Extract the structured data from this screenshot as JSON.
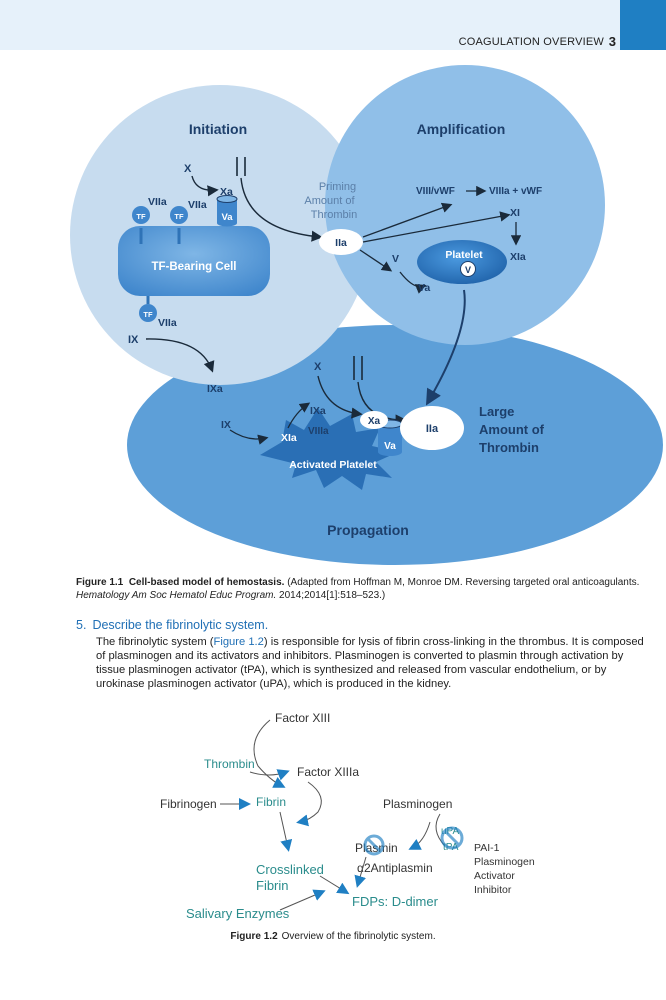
{
  "header": {
    "title": "COAGULATION OVERVIEW",
    "page": "3"
  },
  "figure1": {
    "phases": {
      "initiation": "Initiation",
      "amplification": "Amplification",
      "propagation": "Propagation"
    },
    "tf_cell": "TF-Bearing Cell",
    "tf": "TF",
    "viia": "VIIa",
    "ix": "IX",
    "ixa": "IXa",
    "x": "X",
    "xa": "Xa",
    "va": "Va",
    "priming": [
      "Priming",
      "Amount of",
      "Thrombin"
    ],
    "iia": "IIa",
    "v": "V",
    "viii_vwf": "VIII/vWF",
    "viiia_vwf": "VIIIa + vWF",
    "xi": "XI",
    "xia": "XIa",
    "platelet": "Platelet",
    "v_circle": "V",
    "viiia": "VIIIa",
    "activated_platelet": "Activated Platelet",
    "large": [
      "Large",
      "Amount of",
      "Thrombin"
    ]
  },
  "caption1": {
    "label": "Figure 1.1",
    "title": "Cell-based model of hemostasis.",
    "text_a": " (Adapted from Hoffman M, Monroe DM. Reversing targeted oral anticoagulants. ",
    "journal": "Hematology Am Soc Hematol Educ Program.",
    "text_b": " 2014;2014[1]:518–523.)"
  },
  "section": {
    "number": "5.",
    "heading": "Describe the fibrinolytic system.",
    "p_a": "The fibrinolytic system (",
    "p_link": "Figure 1.2",
    "p_b": ") is responsible for lysis of fibrin cross-linking in the thrombus. It is composed of plasminogen and its activators and inhibitors. Plasminogen is converted to plasmin through activation by tissue plasminogen activator (tPA), which is synthesized and released from vascular endothelium, or by urokinase plasminogen activator (uPA), which is produced in the kidney."
  },
  "figure2": {
    "factor_xiii": "Factor XIII",
    "thrombin": "Thrombin",
    "factor_xiiia": "Factor XIIIa",
    "fibrinogen": "Fibrinogen",
    "fibrin": "Fibrin",
    "plasminogen": "Plasminogen",
    "upa": "uPA",
    "tpa": "tPA",
    "plasmin": "Plasmin",
    "alpha2": "α2Antiplasmin",
    "crosslinked": [
      "Crosslinked",
      "Fibrin"
    ],
    "fdps": "FDPs: D-dimer",
    "salivary": "Salivary Enzymes",
    "pai": [
      "PAI-1",
      "Plasminogen",
      "Activator",
      "Inhibitor"
    ]
  },
  "caption2": {
    "label": "Figure 1.2",
    "text": "Overview of the fibrinolytic system."
  },
  "colors": {
    "accent": "#1f7fc3",
    "teal": "#2a8c8c",
    "light_circle": "#c9def0",
    "mid_circle": "#8fbde6",
    "dark_circle": "#5b9fd8"
  }
}
